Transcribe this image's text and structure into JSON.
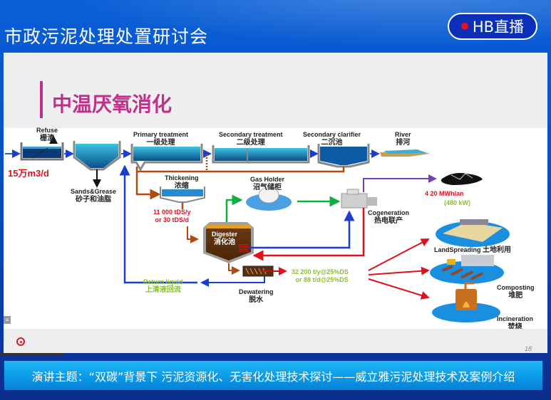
{
  "header": {
    "event_title": "市政污泥处理处置研讨会",
    "live_badge": "HB直播",
    "live_dot_color": "#e8101c"
  },
  "slide": {
    "title": "中温厌氧消化",
    "title_color": "#c0308c",
    "page_number": "18",
    "diagram": {
      "flow_rate": "15万m3/d",
      "refuse": {
        "en": "Refuse",
        "cn": "栅渣"
      },
      "sands_grease": {
        "en": "Sands&Grease",
        "cn": "砂子和油脂"
      },
      "primary": {
        "en": "Primary treatment",
        "cn": "一级处理"
      },
      "secondary": {
        "en": "Secondary treatment",
        "cn": "二级处理"
      },
      "clarifier": {
        "en": "Secondary clarifier",
        "cn": "二沉池"
      },
      "river": {
        "en": "River",
        "cn": "排河"
      },
      "thickening": {
        "en": "Thickening",
        "cn": "浓缩"
      },
      "thickening_load": [
        "11 000 tDS/y",
        "or 30 tDS/d"
      ],
      "gas_holder": {
        "en": "Gas Holder",
        "cn": "沼气储柜"
      },
      "cogeneration": {
        "en": "Cogeneration",
        "cn": "热电联产"
      },
      "energy": "4 20 MWh/an",
      "power": "(480 kW)",
      "digester": {
        "en": "Digester",
        "cn": "消化池"
      },
      "dewatering": {
        "en": "Dewatering",
        "cn": "脱水"
      },
      "return_liquid": {
        "en": "Return liquid",
        "cn": "上清液回流"
      },
      "sludge_output": [
        "32 200 t/y@25%DS",
        "or 88 t/d@25%DS"
      ],
      "land_spreading": {
        "en": "LandSpreading",
        "cn": "土地利用"
      },
      "composting": {
        "en": "Composting",
        "cn": "堆肥"
      },
      "incineration": {
        "en": "Incineration",
        "cn": "焚烧"
      }
    }
  },
  "topic_bar": {
    "text": "演讲主题：“双碳”背景下 污泥资源化、无害化处理技术探讨——威立雅污泥处理技术及案例介绍"
  }
}
